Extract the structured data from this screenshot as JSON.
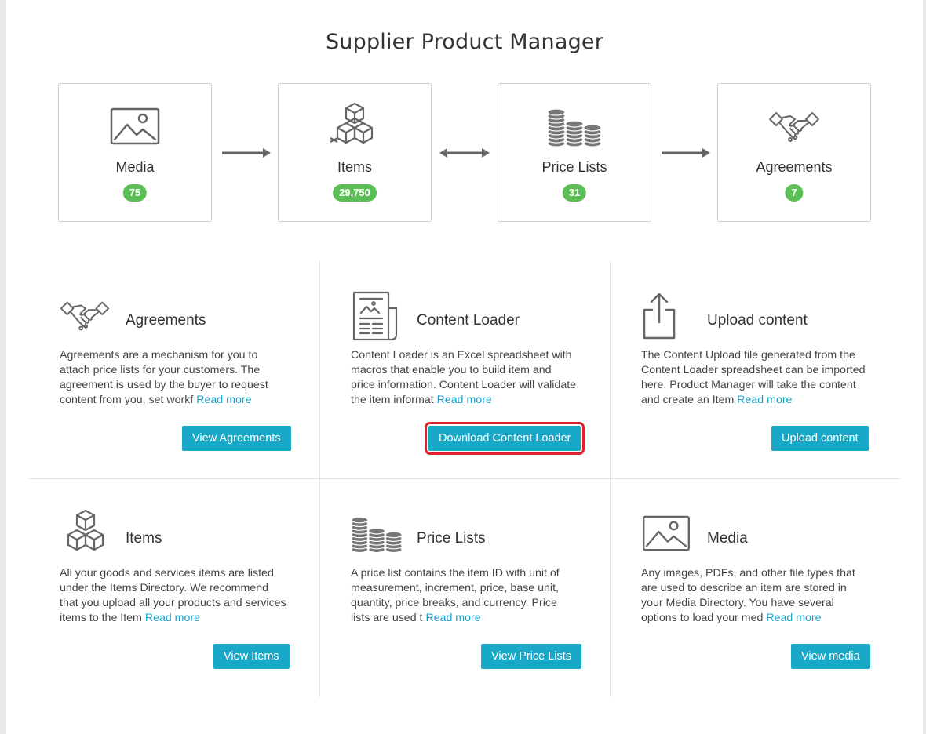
{
  "page_title": "Supplier Product Manager",
  "flow": [
    {
      "label": "Media",
      "count": "75",
      "icon": "image-icon"
    },
    {
      "label": "Items",
      "count": "29,750",
      "icon": "boxes-icon"
    },
    {
      "label": "Price Lists",
      "count": "31",
      "icon": "coins-icon"
    },
    {
      "label": "Agreements",
      "count": "7",
      "icon": "handshake-icon"
    }
  ],
  "sections": {
    "agreements": {
      "heading": "Agreements",
      "desc": "Agreements are a mechanism for you to attach price lists for your customers. The agreement is used by the buyer to request content from you, set workf",
      "read_more": "Read more",
      "button": "View Agreements"
    },
    "content_loader": {
      "heading": "Content Loader",
      "desc": "Content Loader is an Excel spreadsheet with macros that enable you to build item and price information. Content Loader will validate the item informat",
      "read_more": "Read more",
      "button": "Download Content Loader"
    },
    "upload": {
      "heading": "Upload content",
      "desc": "The Content Upload file generated from the Content Loader spreadsheet can be imported here. Product Manager will take the content and create an Item",
      "read_more": "Read more",
      "button": "Upload content"
    },
    "items": {
      "heading": "Items",
      "desc": "All your goods and services items are listed under the Items Directory. We recommend that you upload all your products and services items to the Item",
      "read_more": "Read more",
      "button": "View Items"
    },
    "price_lists": {
      "heading": "Price Lists",
      "desc": "A price list contains the item ID with unit of measurement, increment, price, base unit, quantity, price breaks, and currency. Price lists are used t",
      "read_more": "Read more",
      "button": "View Price Lists"
    },
    "media": {
      "heading": "Media",
      "desc": "Any images, PDFs, and other file types that are used to describe an item are stored in your Media Directory. You have several options to load your med",
      "read_more": "Read more",
      "button": "View media"
    }
  },
  "colors": {
    "accent": "#19a8c8",
    "badge": "#5cbf55",
    "highlight": "#e0212b",
    "icon": "#666666"
  }
}
